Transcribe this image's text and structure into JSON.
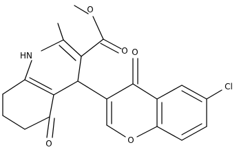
{
  "molecule": {
    "atoms": {
      "nh": "HN",
      "o_ester_carbonyl": "O",
      "o_ester_ether": "O",
      "o_ketone": "O",
      "o_chromone_carbonyl": "O",
      "o_pyran": "O",
      "cl": "Cl"
    }
  }
}
